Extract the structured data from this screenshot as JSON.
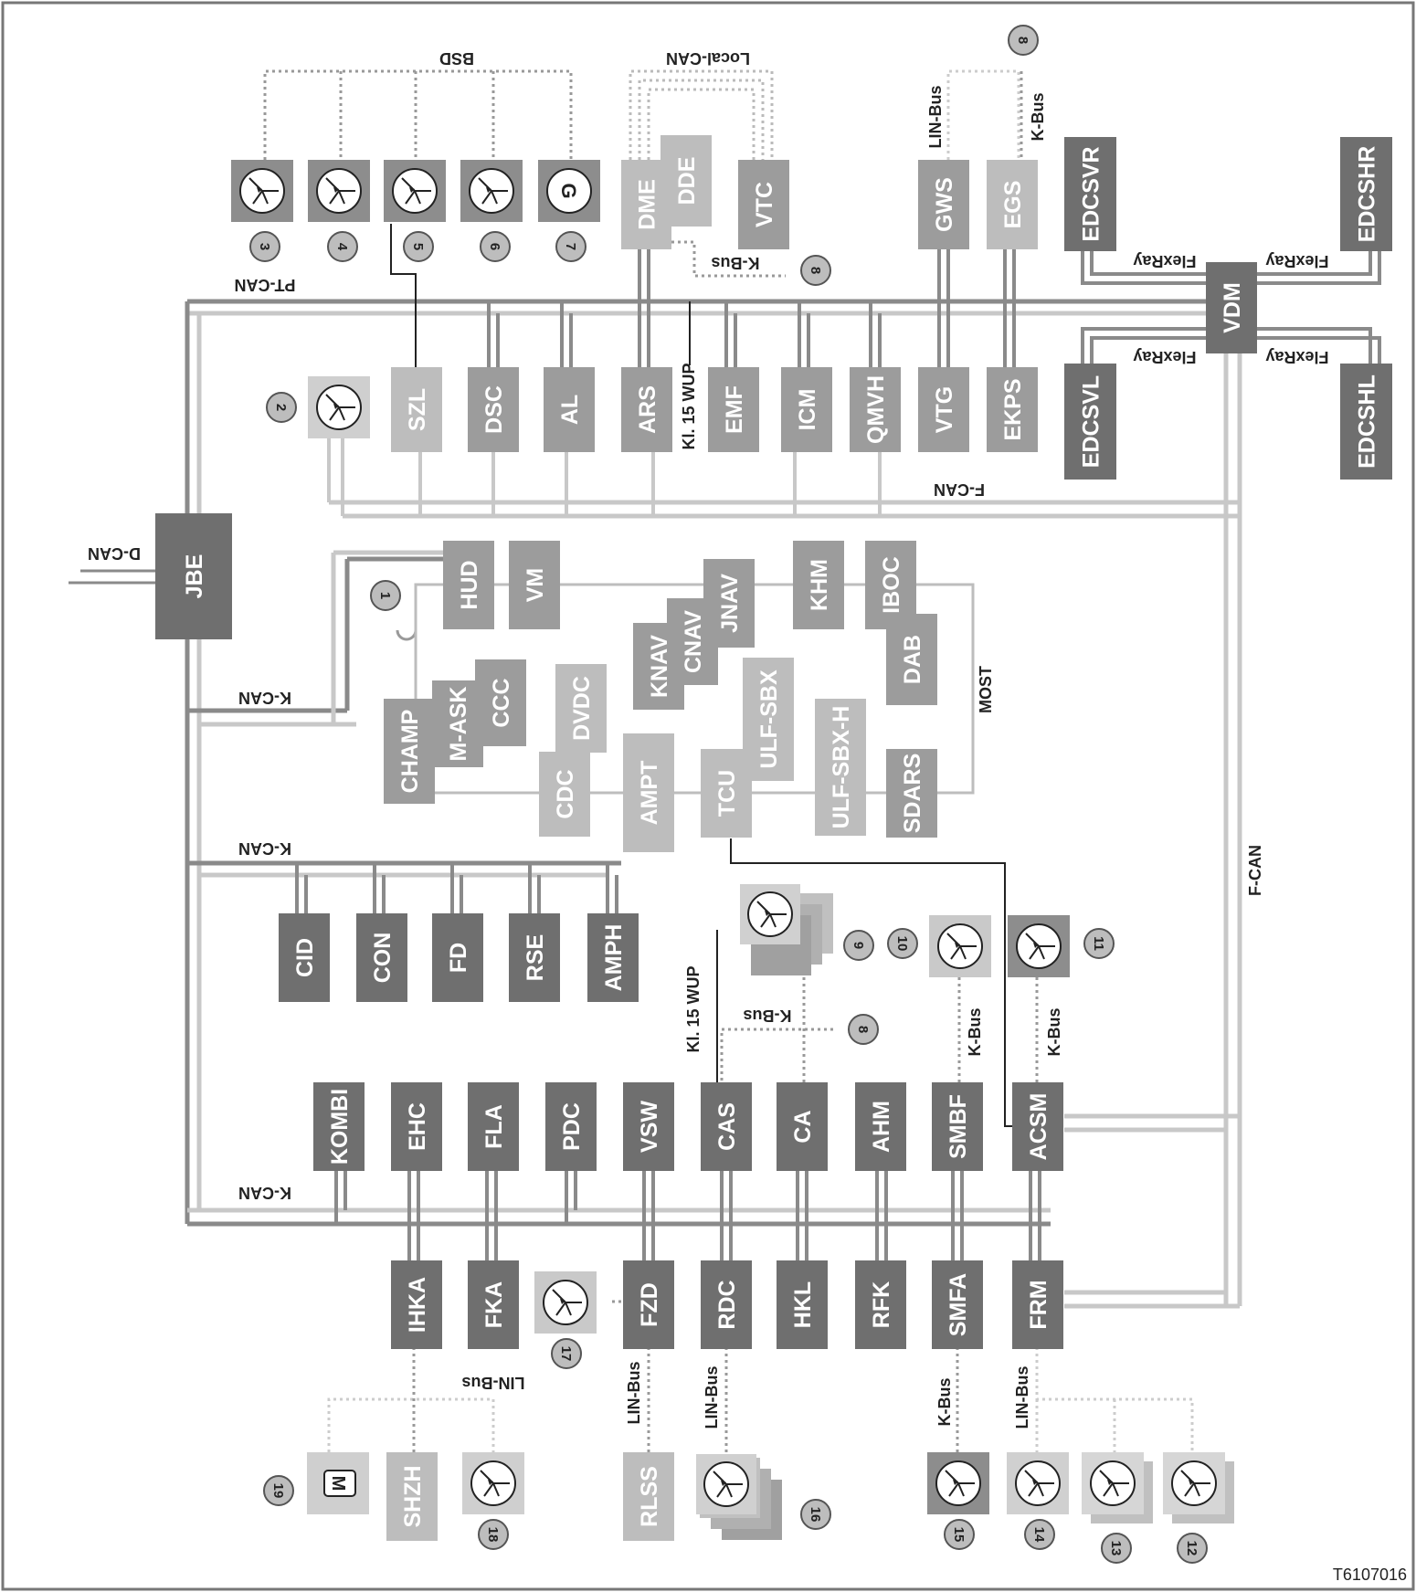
{
  "figure_code": "T6107016",
  "colors": {
    "module_light": "#bdbdbd",
    "module_mid": "#9c9c9c",
    "module_dark": "#6f6f6f",
    "bus_dark": "#8a8a8a",
    "bus_light": "#c8c8c8",
    "wire": "#222222"
  },
  "buses": {
    "pt_can": "PT-CAN",
    "f_can": "F-CAN",
    "f_can_vertical": "F-CAN",
    "d_can": "D-CAN",
    "k_can_1": "K-CAN",
    "k_can_2": "K-CAN",
    "k_can_3": "K-CAN",
    "most": "MOST",
    "bsd": "BSD",
    "local_can": "Local-CAN",
    "lin_bus_top": "LIN-Bus",
    "k_bus_top": "K-Bus",
    "k_bus_dme": "K-Bus",
    "k_bus_mid": "K-Bus",
    "k_bus_smbf": "K-Bus",
    "k_bus_acsm": "K-Bus",
    "lin_bus_ihka": "LIN-Bus",
    "lin_bus_fzd": "LIN-Bus",
    "lin_bus_rdc": "LIN-Bus",
    "k_bus_smfa": "K-Bus",
    "lin_bus_frm": "LIN-Bus",
    "flexray_1": "FlexRay",
    "flexray_2": "FlexRay",
    "flexray_3": "FlexRay",
    "flexray_4": "FlexRay",
    "kl15wup_1": "Kl. 15 WUP",
    "kl15wup_2": "Kl. 15 WUP"
  },
  "modules": [
    {
      "id": "jbe",
      "label": "JBE"
    },
    {
      "id": "vdm",
      "label": "VDM"
    },
    {
      "id": "dme",
      "label": "DME"
    },
    {
      "id": "dde",
      "label": "DDE"
    },
    {
      "id": "vtc",
      "label": "VTC"
    },
    {
      "id": "gws",
      "label": "GWS"
    },
    {
      "id": "egs",
      "label": "EGS"
    },
    {
      "id": "edcsvr",
      "label": "EDCSVR"
    },
    {
      "id": "edcshr",
      "label": "EDCSHR"
    },
    {
      "id": "edcsvl",
      "label": "EDCSVL"
    },
    {
      "id": "edcshl",
      "label": "EDCSHL"
    },
    {
      "id": "szl",
      "label": "SZL"
    },
    {
      "id": "dsc",
      "label": "DSC"
    },
    {
      "id": "al",
      "label": "AL"
    },
    {
      "id": "ars",
      "label": "ARS"
    },
    {
      "id": "emf",
      "label": "EMF"
    },
    {
      "id": "icm",
      "label": "ICM"
    },
    {
      "id": "qmvh",
      "label": "QMVH"
    },
    {
      "id": "vtg",
      "label": "VTG"
    },
    {
      "id": "ekps",
      "label": "EKPS"
    },
    {
      "id": "hud",
      "label": "HUD"
    },
    {
      "id": "vm",
      "label": "VM"
    },
    {
      "id": "jnav",
      "label": "JNAV"
    },
    {
      "id": "khm",
      "label": "KHM"
    },
    {
      "id": "iboc",
      "label": "IBOC"
    },
    {
      "id": "cnav",
      "label": "CNAV"
    },
    {
      "id": "knav",
      "label": "KNAV"
    },
    {
      "id": "dab",
      "label": "DAB"
    },
    {
      "id": "ccc",
      "label": "CCC"
    },
    {
      "id": "mask",
      "label": "M-ASK"
    },
    {
      "id": "champ",
      "label": "CHAMP"
    },
    {
      "id": "dvdc",
      "label": "DVDC"
    },
    {
      "id": "ulfsbx",
      "label": "ULF-SBX"
    },
    {
      "id": "ulfsbxh",
      "label": "ULF-SBX-H"
    },
    {
      "id": "cdc",
      "label": "CDC"
    },
    {
      "id": "ampt",
      "label": "AMPT"
    },
    {
      "id": "tcu",
      "label": "TCU"
    },
    {
      "id": "sdars",
      "label": "SDARS"
    },
    {
      "id": "cid",
      "label": "CID"
    },
    {
      "id": "con",
      "label": "CON"
    },
    {
      "id": "fd",
      "label": "FD"
    },
    {
      "id": "rse",
      "label": "RSE"
    },
    {
      "id": "amph",
      "label": "AMPH"
    },
    {
      "id": "kombi",
      "label": "KOMBI"
    },
    {
      "id": "ehc",
      "label": "EHC"
    },
    {
      "id": "fla",
      "label": "FLA"
    },
    {
      "id": "pdc",
      "label": "PDC"
    },
    {
      "id": "vsw",
      "label": "VSW"
    },
    {
      "id": "cas",
      "label": "CAS"
    },
    {
      "id": "ca",
      "label": "CA"
    },
    {
      "id": "ahm",
      "label": "AHM"
    },
    {
      "id": "smbf",
      "label": "SMBF"
    },
    {
      "id": "acsm",
      "label": "ACSM"
    },
    {
      "id": "ihka",
      "label": "IHKA"
    },
    {
      "id": "fka",
      "label": "FKA"
    },
    {
      "id": "fzd",
      "label": "FZD"
    },
    {
      "id": "rdc",
      "label": "RDC"
    },
    {
      "id": "hkl",
      "label": "HKL"
    },
    {
      "id": "rfk",
      "label": "RFK"
    },
    {
      "id": "smfa",
      "label": "SMFA"
    },
    {
      "id": "frm",
      "label": "FRM"
    },
    {
      "id": "shzh",
      "label": "SHZH"
    },
    {
      "id": "rlss",
      "label": "RLSS"
    }
  ],
  "callouts": {
    "n1": "1",
    "n2": "2",
    "n3": "3",
    "n4": "4",
    "n5": "5",
    "n6": "6",
    "n7": "7",
    "n8a": "8",
    "n8b": "8",
    "n8c": "8",
    "n9": "9",
    "n10": "10",
    "n11": "11",
    "n12": "12",
    "n13": "13",
    "n14": "14",
    "n15": "15",
    "n16": "16",
    "n17": "17",
    "n18": "18",
    "n19": "19"
  },
  "glyphs": {
    "generator": "G",
    "motor": "M"
  }
}
